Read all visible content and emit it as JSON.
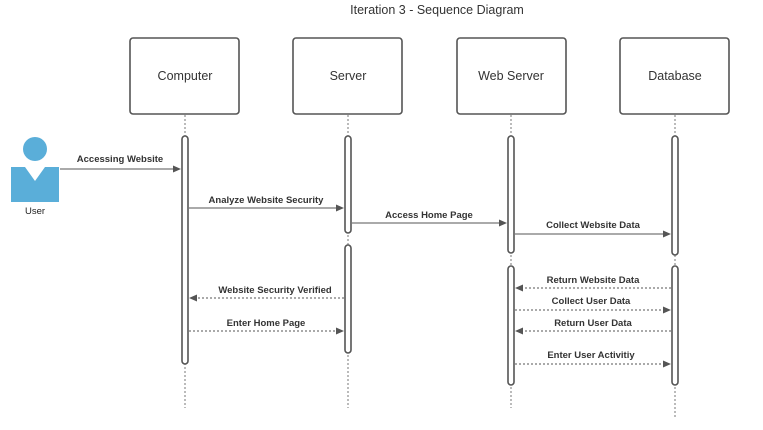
{
  "title": "Iteration 3 - Sequence Diagram",
  "actor": {
    "label": "User",
    "color": "#5aaed9"
  },
  "participants": [
    {
      "id": "computer",
      "label": "Computer"
    },
    {
      "id": "server",
      "label": "Server"
    },
    {
      "id": "webserver",
      "label": "Web Server"
    },
    {
      "id": "database",
      "label": "Database"
    }
  ],
  "messages": [
    {
      "label": "Accessing Website",
      "from": "user",
      "to": "computer",
      "style": "solid"
    },
    {
      "label": "Analyze Website Security",
      "from": "computer",
      "to": "server",
      "style": "solid"
    },
    {
      "label": "Access Home Page",
      "from": "server",
      "to": "webserver",
      "style": "solid"
    },
    {
      "label": "Collect Website Data",
      "from": "webserver",
      "to": "database",
      "style": "solid"
    },
    {
      "label": "Return Website Data",
      "from": "database",
      "to": "webserver",
      "style": "dashed"
    },
    {
      "label": "Website Security Verified",
      "from": "server",
      "to": "computer",
      "style": "dashed"
    },
    {
      "label": "Collect User Data",
      "from": "webserver",
      "to": "database",
      "style": "dashed"
    },
    {
      "label": "Enter Home Page",
      "from": "computer",
      "to": "server",
      "style": "dashed"
    },
    {
      "label": "Return User Data",
      "from": "database",
      "to": "webserver",
      "style": "dashed"
    },
    {
      "label": "Enter User Activitiy",
      "from": "webserver",
      "to": "database",
      "style": "dashed"
    }
  ]
}
